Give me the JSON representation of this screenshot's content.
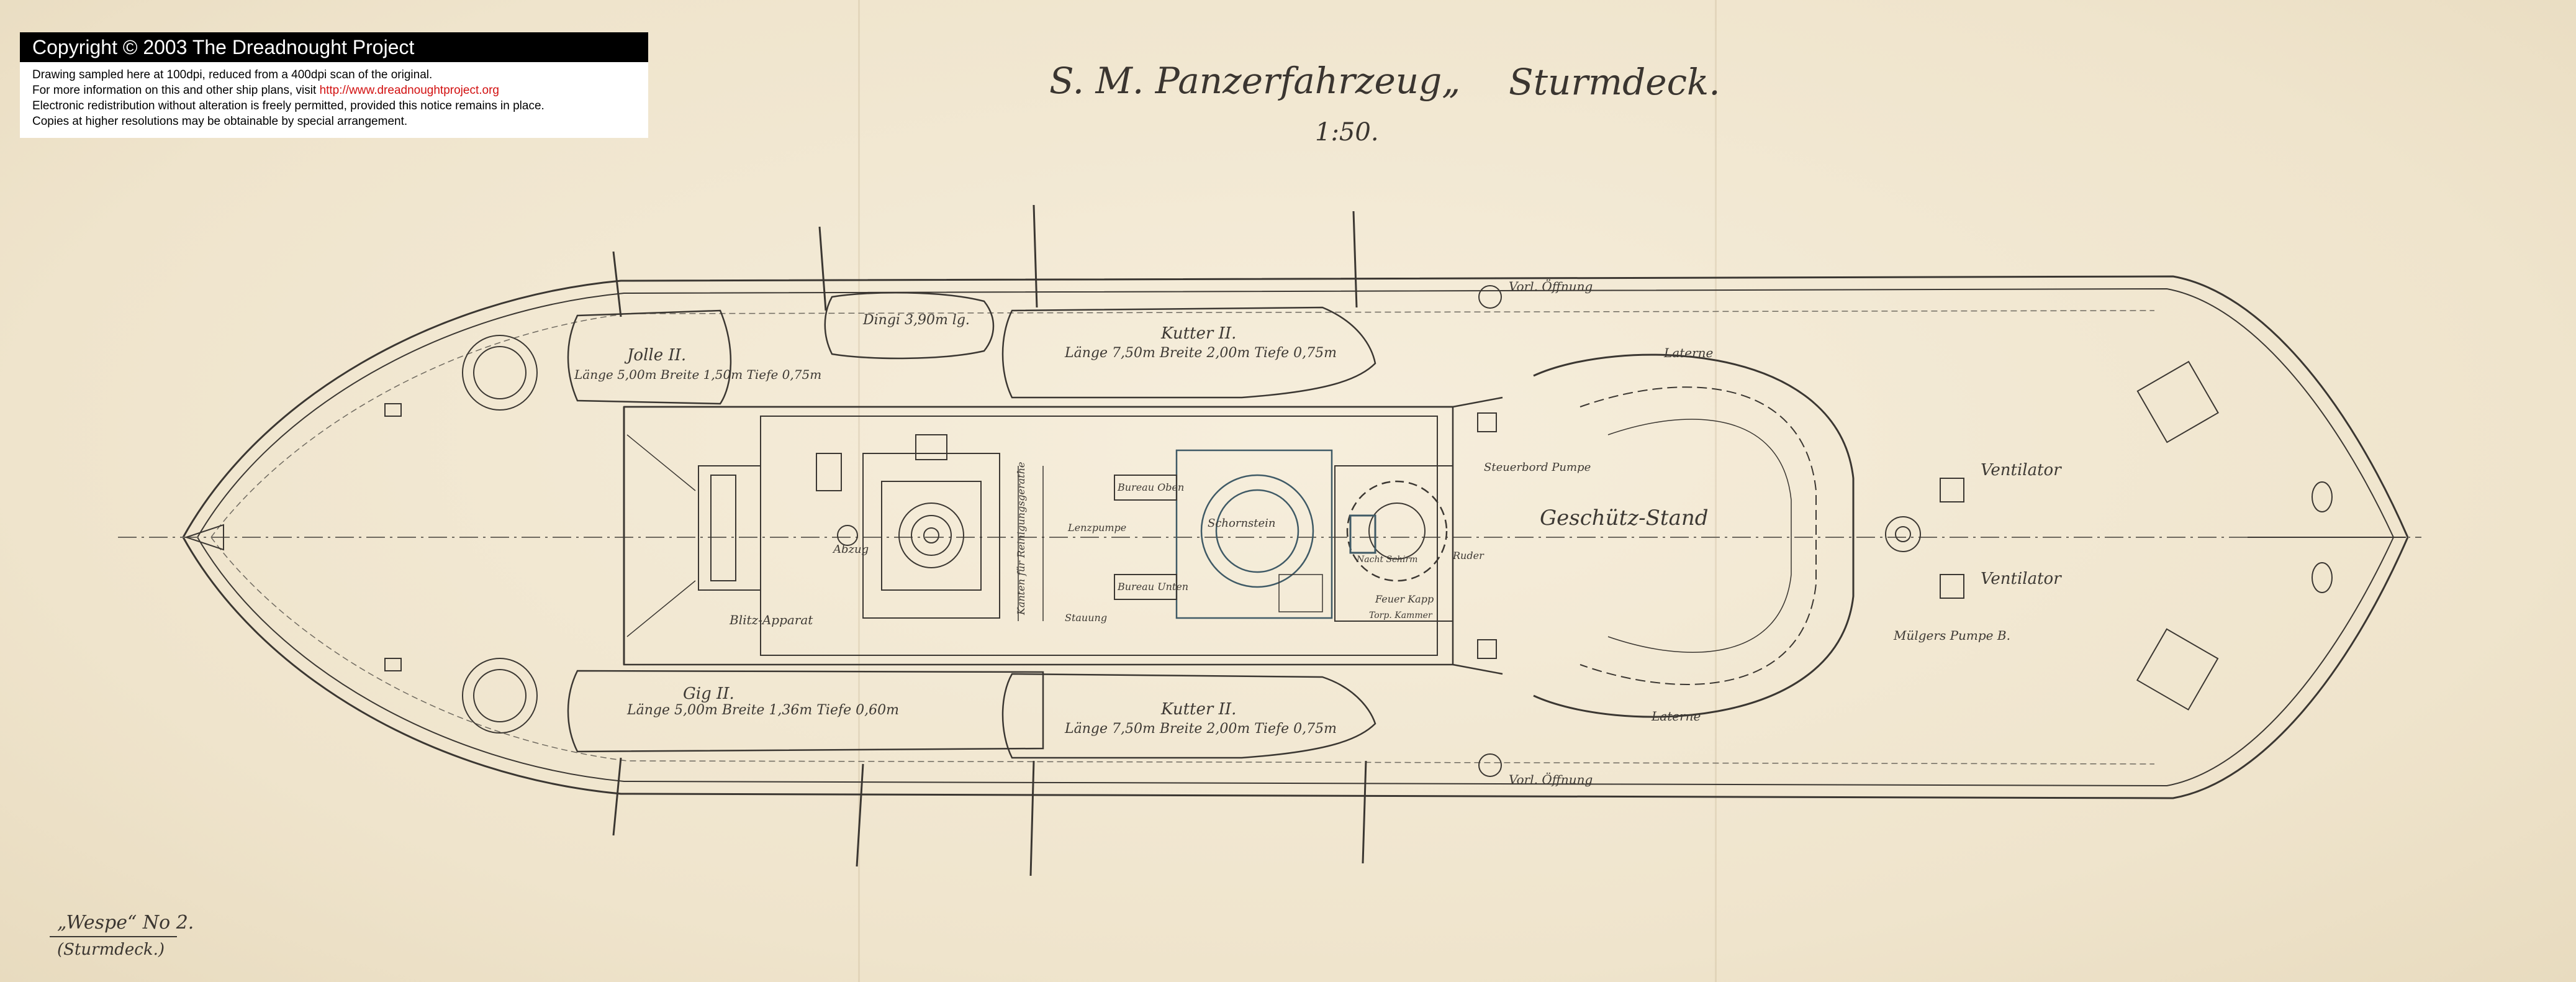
{
  "notice": {
    "title": "Copyright © 2003 The Dreadnought Project",
    "line1": "Drawing sampled here at 100dpi, reduced from a 400dpi scan of the original.",
    "line2_prefix": "For more information on this and other ship plans, visit ",
    "line2_link": "http://www.dreadnoughtproject.org",
    "line3": "Electronic redistribution without alteration is freely permitted, provided this notice remains in place.",
    "line4": "Copies at higher resolutions may be obtainable by special arrangement."
  },
  "drawing": {
    "title": "S. M. Panzerfahrzeug„",
    "subtitle": "Sturmdeck.",
    "scale": "1:50.",
    "catalogue_line1": "„Wespe“ No 2.",
    "catalogue_line2": "(Sturmdeck.)"
  },
  "labels": {
    "jolle": "Jolle II.",
    "jolle_dims": "Länge 5,00m Breite 1,50m Tiefe 0,75m",
    "dingi": "Dingi 3,90m lg.",
    "kutter_upper": "Kutter II.",
    "kutter_upper_dims": "Länge 7,50m Breite 2,00m Tiefe 0,75m",
    "gig": "Gig II.",
    "gig_dims": "Länge 5,00m Breite 1,36m Tiefe 0,60m",
    "kutter_lower": "Kutter II.",
    "kutter_lower_dims": "Länge 7,50m Breite 2,00m Tiefe 0,75m",
    "geschuetz_stand": "Geschütz-Stand",
    "ventilator_1": "Ventilator",
    "ventilator_2": "Ventilator",
    "vorl_oeffnung_top": "Vorl. Öffnung",
    "vorl_oeffnung_bottom": "Vorl. Öffnung",
    "laterne_top": "Laterne",
    "laterne_bottom": "Laterne",
    "schornstein": "Schornstein",
    "ruder": "Ruder",
    "steuerbord_pumpe": "Steuerbord Pumpe",
    "abzug": "Abzug",
    "lenzpumpe": "Lenzpumpe",
    "stauung": "Stauung",
    "blitz_apparat": "Blitz-Apparat",
    "muelgers_pumpe": "Mülgers Pumpe B.",
    "bureau_oben": "Bureau Oben",
    "bureau_unten": "Bureau Unten",
    "feuer_kapp": "Feuer Kapp",
    "nachtschirm": "Nacht Schirm",
    "kanten": "Kanten für Reinigungsgerathe",
    "torpedo": "Torp. Kammer"
  },
  "colors": {
    "paper": "#f1e7d1",
    "ink": "#3b3732",
    "pencil": "#8d877b",
    "notice_bg": "#ffffff",
    "notice_head": "#000000",
    "link": "#d21010"
  }
}
